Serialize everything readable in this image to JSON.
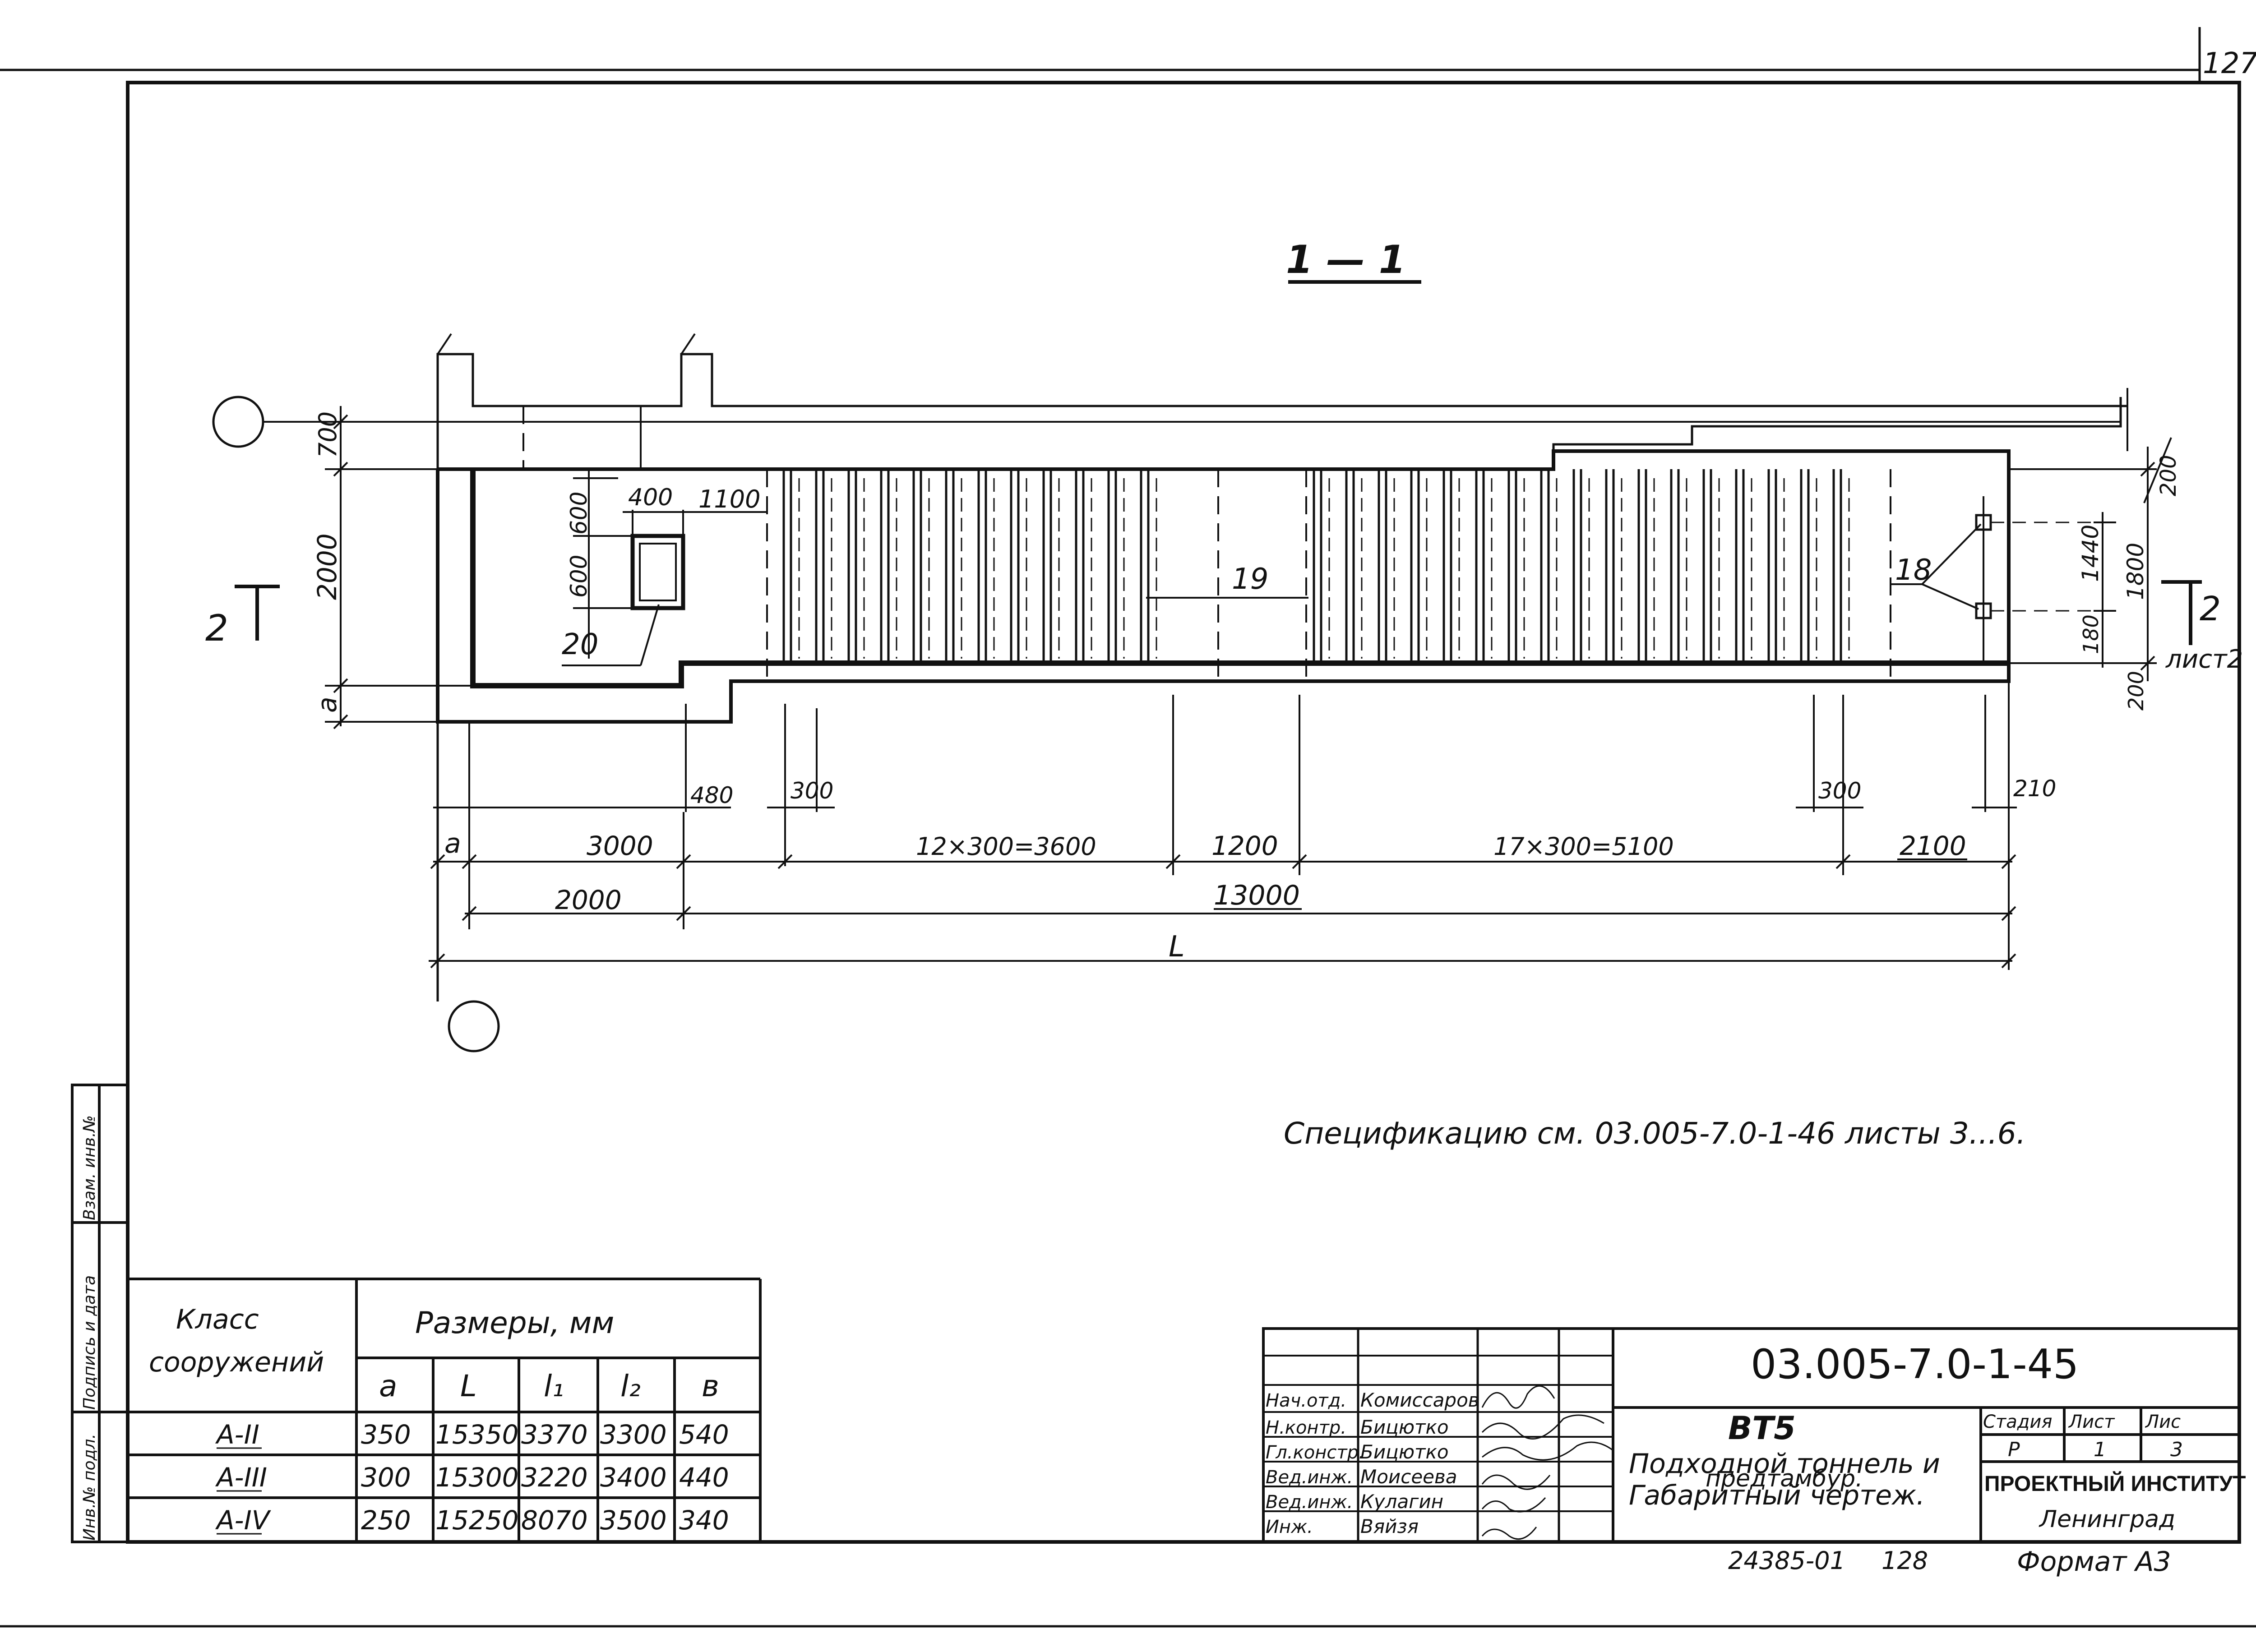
{
  "page_number": "127",
  "section_title": "1 — 1",
  "section_marks": {
    "left": "2",
    "right": "2",
    "right_ref": "лист2"
  },
  "axis_labels": {
    "top_left": "",
    "bottom_left": ""
  },
  "diagram": {
    "vertical_dims_left": [
      "700",
      "2000",
      "a"
    ],
    "opening_dims": [
      "600",
      "600",
      "400",
      "1100"
    ],
    "callouts": [
      "20",
      "19",
      "18"
    ],
    "vertical_dims_right": [
      "200",
      "1440",
      "180",
      "1800",
      "200"
    ],
    "bottom_dims_row1": [
      "480",
      "300",
      "300",
      "210"
    ],
    "bottom_dims_row2": [
      "a",
      "3000",
      "12×300=3600",
      "1200",
      "17×300=5100",
      "2100"
    ],
    "bottom_dims_row3": [
      "2000",
      "13000"
    ],
    "bottom_dims_row4": [
      "L"
    ]
  },
  "spec_note": "Спецификацию см. 03.005-7.0-1-46 листы 3...6.",
  "left_stamp": [
    "Инв.№ подл.",
    "Подпись и дата",
    "Взам. инв.№"
  ],
  "size_table": {
    "header_class": "Класс сооружений",
    "header_sizes": "Размеры, мм",
    "columns": [
      "a",
      "L",
      "l₁",
      "l₂",
      "в"
    ],
    "rows": [
      {
        "cls": "A-II",
        "vals": [
          "350",
          "15350",
          "3370",
          "3300",
          "540"
        ]
      },
      {
        "cls": "A-III",
        "vals": [
          "300",
          "15300",
          "3220",
          "3400",
          "440"
        ]
      },
      {
        "cls": "A-IV",
        "vals": [
          "250",
          "15250",
          "8070",
          "3500",
          "340"
        ]
      }
    ]
  },
  "title_block": {
    "doc_code": "03.005-7.0-1-45",
    "mark": "ВТ5",
    "title_line1": "Подходной тоннель и",
    "title_line_small": "предтамбур.",
    "title_line2": "Габаритный чертеж.",
    "roles": [
      "Нач.отд.",
      "Н.контр.",
      "Гл.констр.",
      "Вед.инж.",
      "Вед.инж.",
      "Инж."
    ],
    "names": [
      "Комиссаров",
      "Бицютко",
      "Бицютко",
      "Моисеева",
      "Кулагин",
      "Вяйзя"
    ],
    "stage_hdr": [
      "Стадия",
      "Лист",
      "Лис"
    ],
    "stage_vals": [
      "Р",
      "1",
      "3"
    ],
    "org1": "ПРОЕКТНЫЙ ИНСТИТУТ",
    "org2": "Ленинград",
    "bottom_code": "24385-01",
    "bottom_num": "128",
    "format": "Формат А3"
  }
}
